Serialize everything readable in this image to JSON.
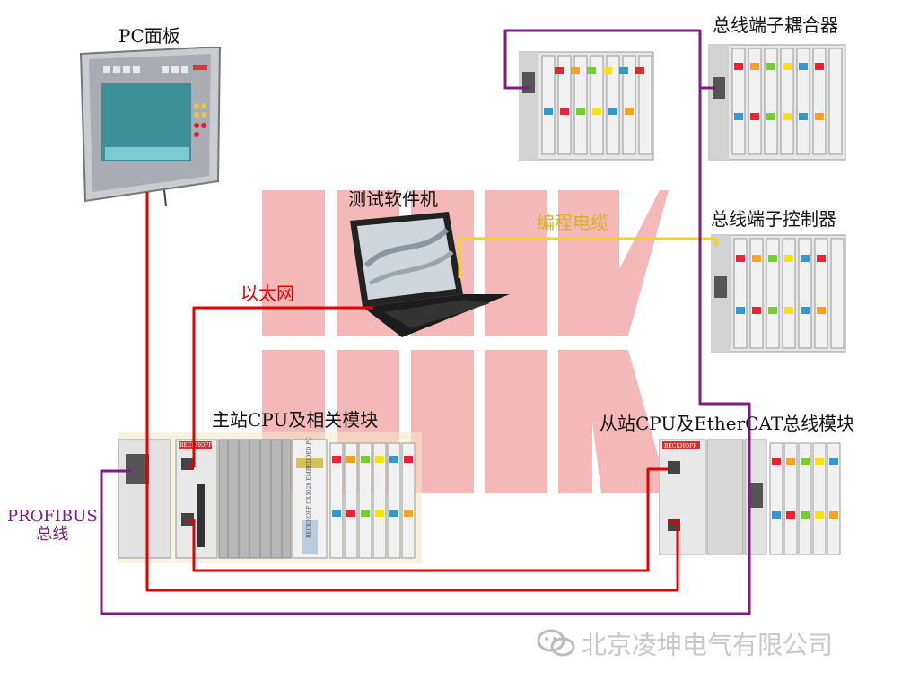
{
  "labels": {
    "pc_panel": "PC面板",
    "test_pc": "测试软件机",
    "ethernet": "以太网",
    "programming_cable": "编程电缆",
    "coupler": "总线端子耦合器",
    "controller": "总线端子控制器",
    "master": "主站CPU及相关模块",
    "slave": "从站CPU及EtherCAT总线模块",
    "profibus_line1": "PROFIBUS",
    "profibus_line2": "总线",
    "watermark": "北京凌坤电气有限公司"
  },
  "device_text": {
    "brand": "BECKHOFF",
    "master_module_text": "BECKHOFF CX1020 EMBEDDED PC"
  },
  "colors": {
    "ethernet": "#e30000",
    "profibus": "#7a1f7f",
    "programming_cable": "#f2d21b",
    "label_text": "#111111",
    "ethernet_label": "#e30000",
    "profibus_label": "#7a1f7f",
    "prog_label": "#d8b21c",
    "logo_bg": "#f5b8b8",
    "watermark_text": "#c8c8c8"
  }
}
